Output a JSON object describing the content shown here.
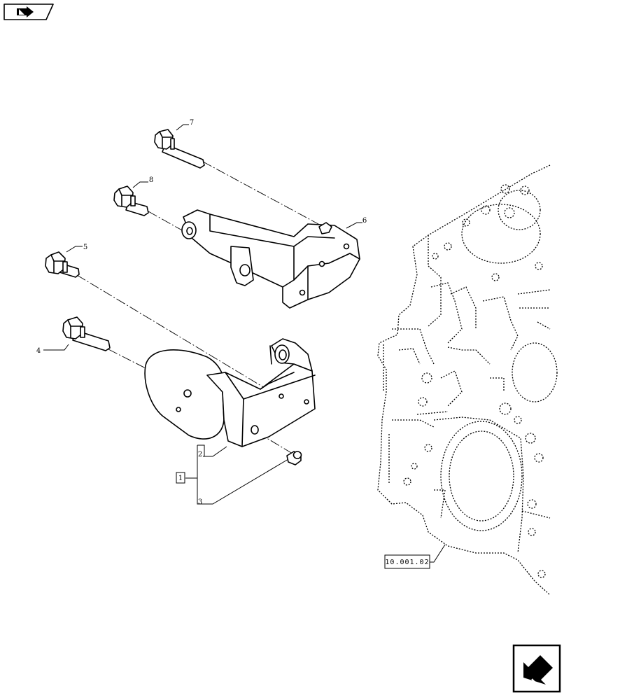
{
  "callouts": {
    "c1": "1",
    "c2": "2",
    "c3": "3",
    "c4": "4",
    "c5": "5",
    "c6": "6",
    "c7": "7",
    "c8": "8"
  },
  "reference_label": "10.001.02",
  "icons": {
    "top_left": "book-page-arrow-icon",
    "bottom_right": "previous-page-arrow-icon"
  }
}
